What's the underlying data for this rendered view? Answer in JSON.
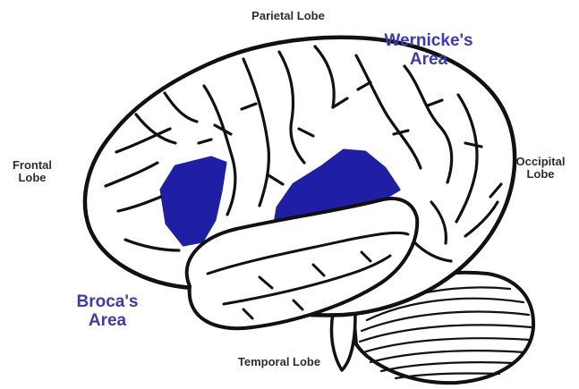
{
  "labels": {
    "parietal": "Parietal Lobe",
    "frontal": [
      "Frontal",
      "Lobe"
    ],
    "occipital": [
      "Occipital",
      "Lobe"
    ],
    "temporal": "Temporal Lobe",
    "wernicke": [
      "Wernicke's",
      "Area"
    ],
    "broca": [
      "Broca's",
      "Area"
    ]
  },
  "colors": {
    "highlight": "#1f1fa6",
    "area_label": "#3b3bb5",
    "outline": "#111111",
    "lobe_label": "#2e2e2e"
  }
}
